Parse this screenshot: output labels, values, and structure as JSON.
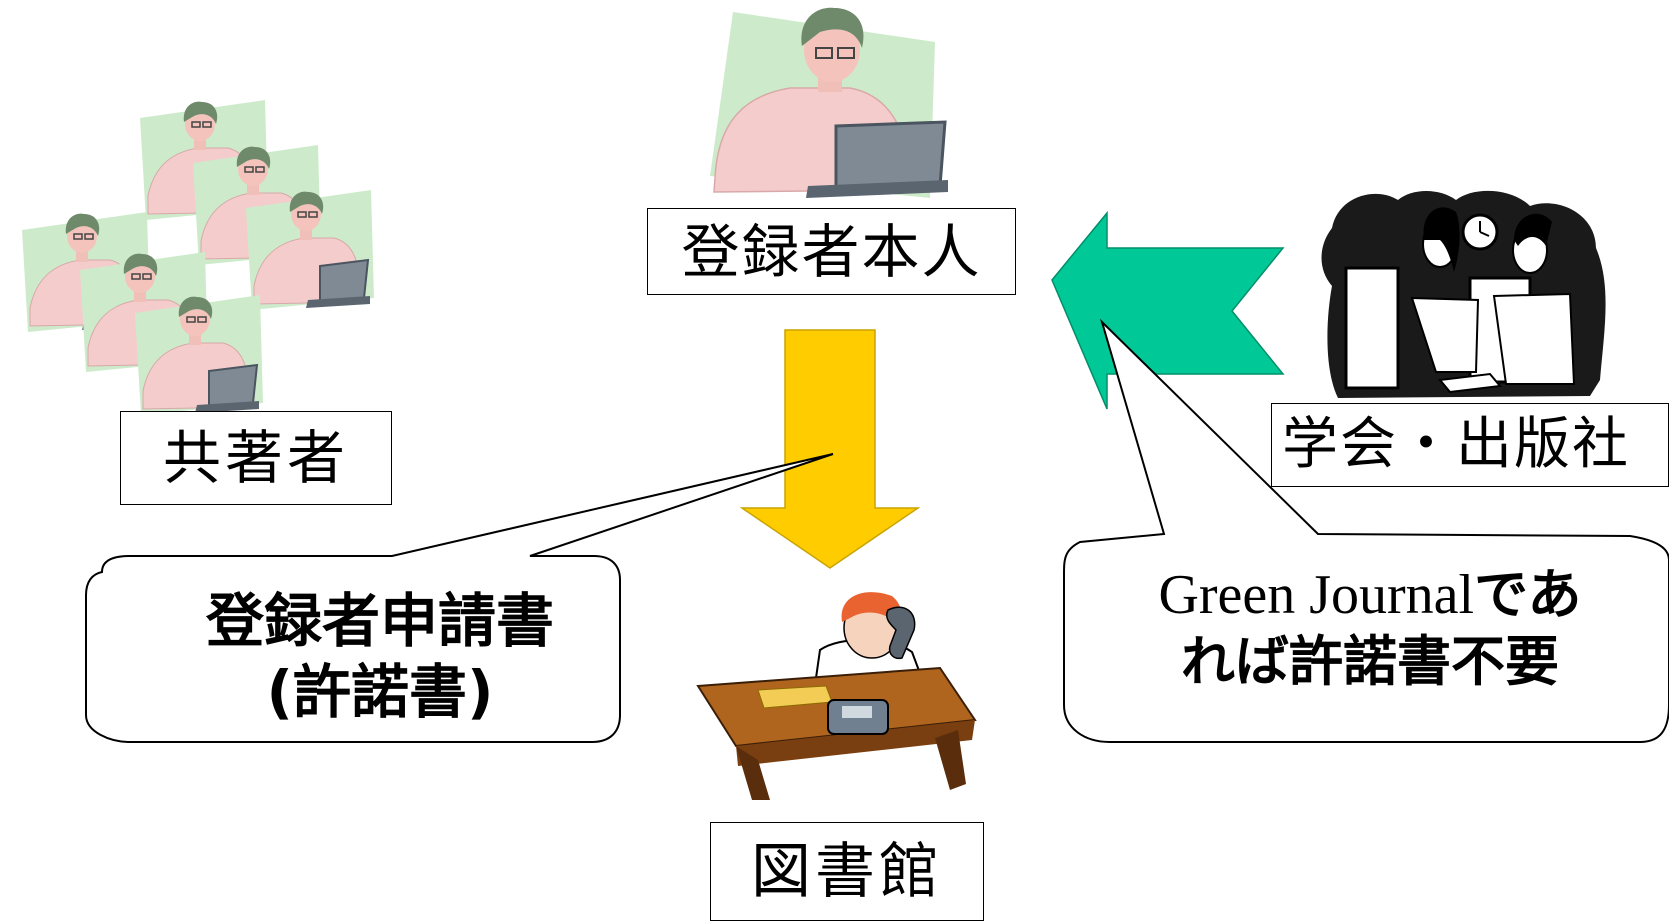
{
  "nodes": {
    "registrant": "登録者本人",
    "coauthors": "共著者",
    "publisher": "学会・出版社",
    "library": "図書館"
  },
  "callouts": {
    "left_line1": "登録者申請書",
    "left_line2": "(許諾書)",
    "right_line1_latin": "Green Journal",
    "right_line1_jp": "であ",
    "right_line2": "れば許諾書不要"
  },
  "colors": {
    "yellow_arrow": "#FFCC00",
    "green_arrow": "#00C896",
    "skin": "#F4CCCC",
    "backdrop": "#CDEBCB",
    "desk": "#8B4513"
  },
  "icons": [
    "person-at-laptop-icon",
    "librarian-on-phone-icon",
    "business-handshake-icon"
  ]
}
